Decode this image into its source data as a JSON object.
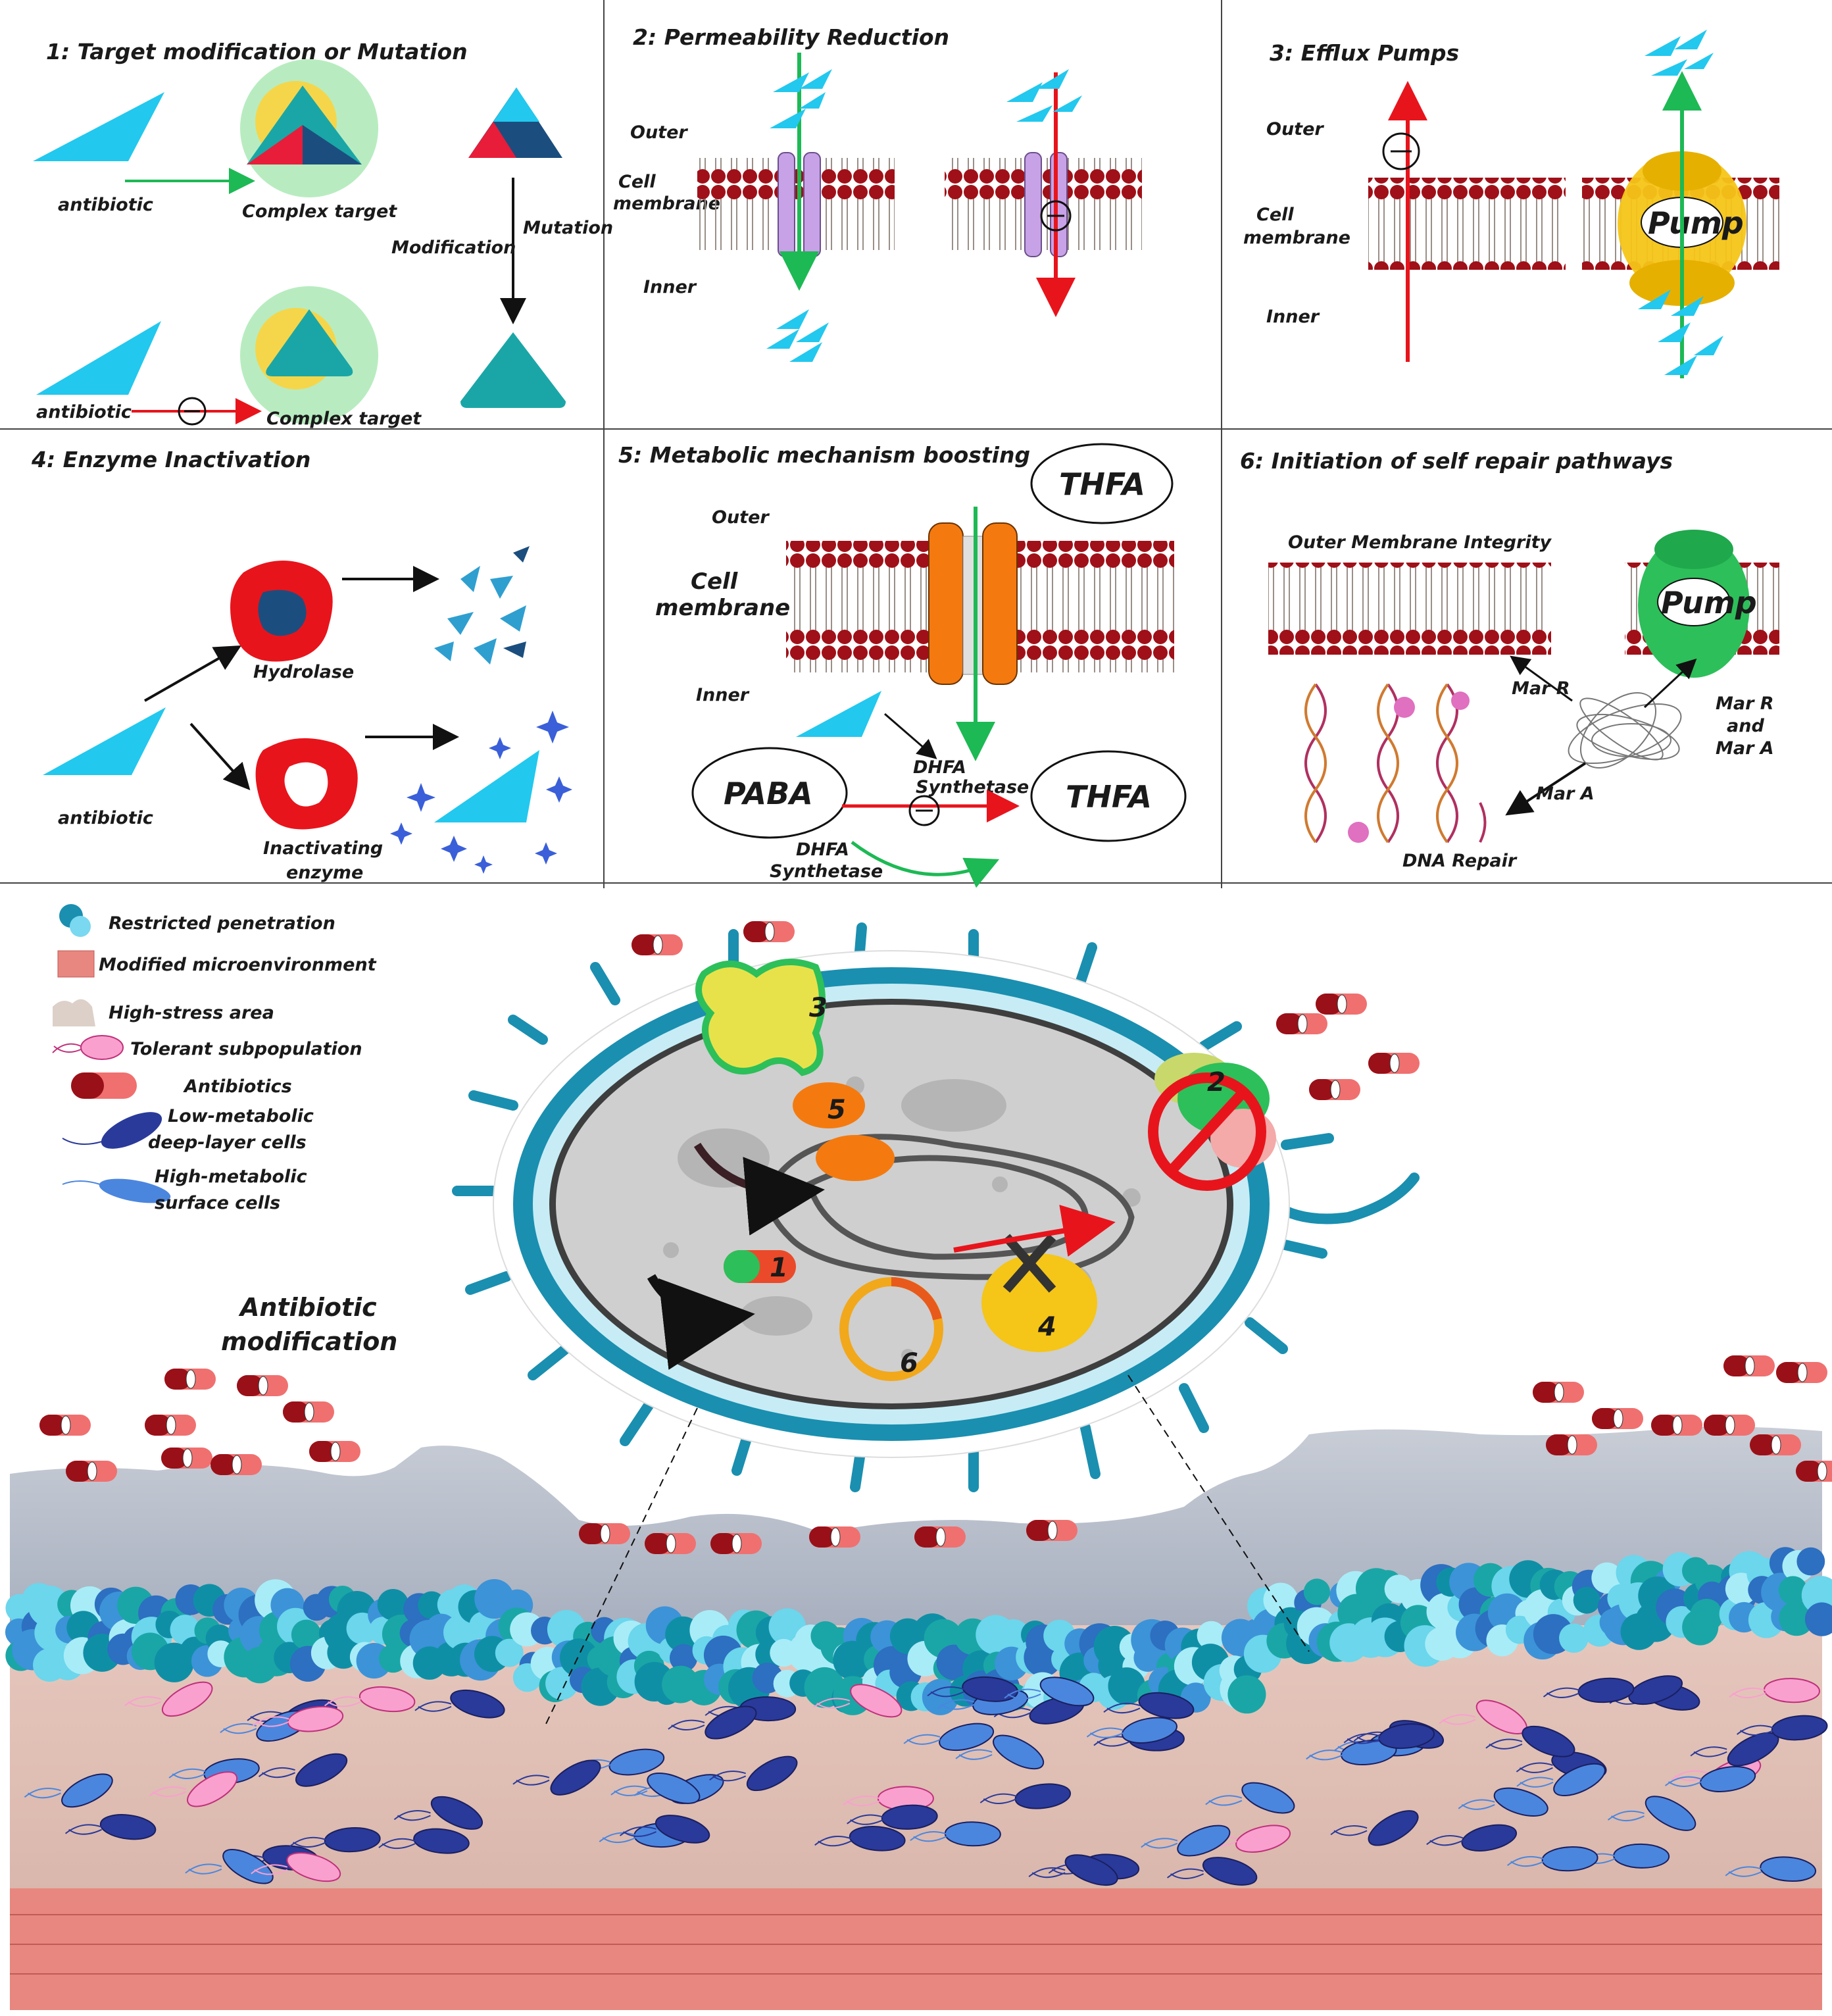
{
  "panels": {
    "p1": {
      "title": "1: Target modification or Mutation",
      "antibiotic": "antibiotic",
      "complex_target": "Complex target",
      "modification": "Modification",
      "mutation": "Mutation"
    },
    "p2": {
      "title": "2: Permeability  Reduction",
      "outer": "Outer",
      "cell": "Cell",
      "membrane": "membrane",
      "inner": "Inner"
    },
    "p3": {
      "title": "3: Efflux Pumps",
      "outer": "Outer",
      "cell": "Cell",
      "membrane": "membrane",
      "inner": "Inner",
      "pump": "Pump"
    },
    "p4": {
      "title": "4:  Enzyme Inactivation",
      "hydrolase": "Hydrolase",
      "antibiotic": "antibiotic",
      "inactivating": "Inactivating",
      "enzyme": "enzyme"
    },
    "p5": {
      "title": "5:  Metabolic mechanism boosting",
      "thfa": "THFA",
      "outer": "Outer",
      "cell": "Cell",
      "membrane": "membrane",
      "inner": "Inner",
      "dhfa": "DHFA",
      "synthetase": "Synthetase",
      "paba": "PABA"
    },
    "p6": {
      "title": "6:  Initiation of self repair pathways",
      "outer_integrity": "Outer  Membrane Integrity",
      "pump": "Pump",
      "mar_r": "Mar R",
      "mar_r2": "Mar R",
      "and": "and",
      "mar_a2": "Mar A",
      "mar_a": "Mar A",
      "dna_repair": "DNA Repair"
    }
  },
  "legend": [
    {
      "label": "Restricted penetration"
    },
    {
      "label": "Modified microenvironment"
    },
    {
      "label": "High-stress area"
    },
    {
      "label": "Tolerant subpopulation"
    },
    {
      "label": "Antibiotics"
    },
    {
      "label": "Low-metabolic",
      "label2": "deep-layer cells"
    },
    {
      "label": "High-metabolic",
      "label2": "surface cells"
    }
  ],
  "antibiotic_modification": {
    "line1": "Antibiotic",
    "line2": "modification"
  },
  "cell_numbers": [
    "1",
    "2",
    "3",
    "4",
    "5",
    "6"
  ],
  "colors": {
    "antibiotic": "#22c8ee",
    "membrane_head": "#a01018",
    "pump": "#f5c518",
    "repair_pump": "#2dbf5a",
    "cell_wall": "#1a8fb0",
    "blocked": "#e8141c",
    "allowed": "#1db954"
  }
}
